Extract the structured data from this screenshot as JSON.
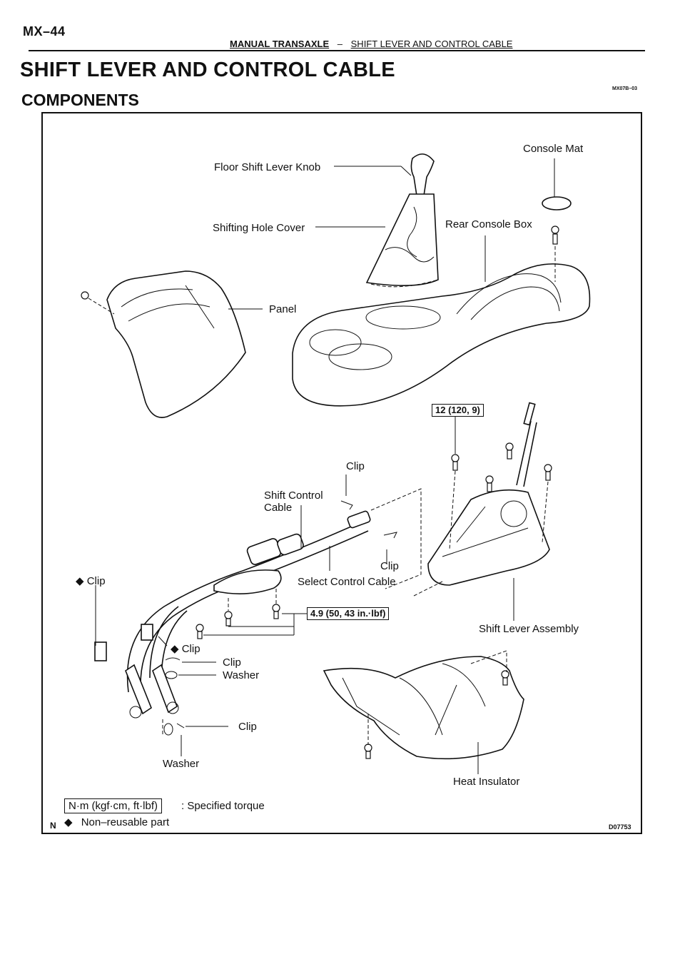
{
  "header": {
    "page_number": "MX–44",
    "section": "MANUAL TRANSAXLE",
    "separator": "–",
    "subsection": "SHIFT LEVER AND CONTROL CABLE"
  },
  "title": "SHIFT LEVER AND CONTROL CABLE",
  "subtitle": "COMPONENTS",
  "doc_code": "MX07B–03",
  "labels": {
    "floor_shift_lever_knob": "Floor Shift Lever Knob",
    "console_mat": "Console Mat",
    "shifting_hole_cover": "Shifting Hole Cover",
    "rear_console_box": "Rear Console Box",
    "panel": "Panel",
    "clip_top": "Clip",
    "shift_control_cable_1": "Shift Control",
    "shift_control_cable_2": "Cable",
    "clip_mid": "Clip",
    "select_control_cable": "Select Control Cable",
    "clip_left": "Clip",
    "clip_lower_a": "Clip",
    "clip_lower_b": "Clip",
    "washer_a": "Washer",
    "clip_lower_c": "Clip",
    "washer_b": "Washer",
    "shift_lever_assembly": "Shift Lever Assembly",
    "heat_insulator": "Heat Insulator"
  },
  "torque_values": {
    "shift_lever": "12 (120, 9)",
    "cable_bracket": "4.9 (50, 43 in.·lbf)"
  },
  "legend": {
    "unit_box": "N·m (kgf·cm, ft·lbf)",
    "unit_desc": ": Specified torque",
    "nonreusable_symbol": "◆",
    "nonreusable_desc": "Non–reusable part"
  },
  "figure_code": "D07753",
  "corner_mark": "N"
}
